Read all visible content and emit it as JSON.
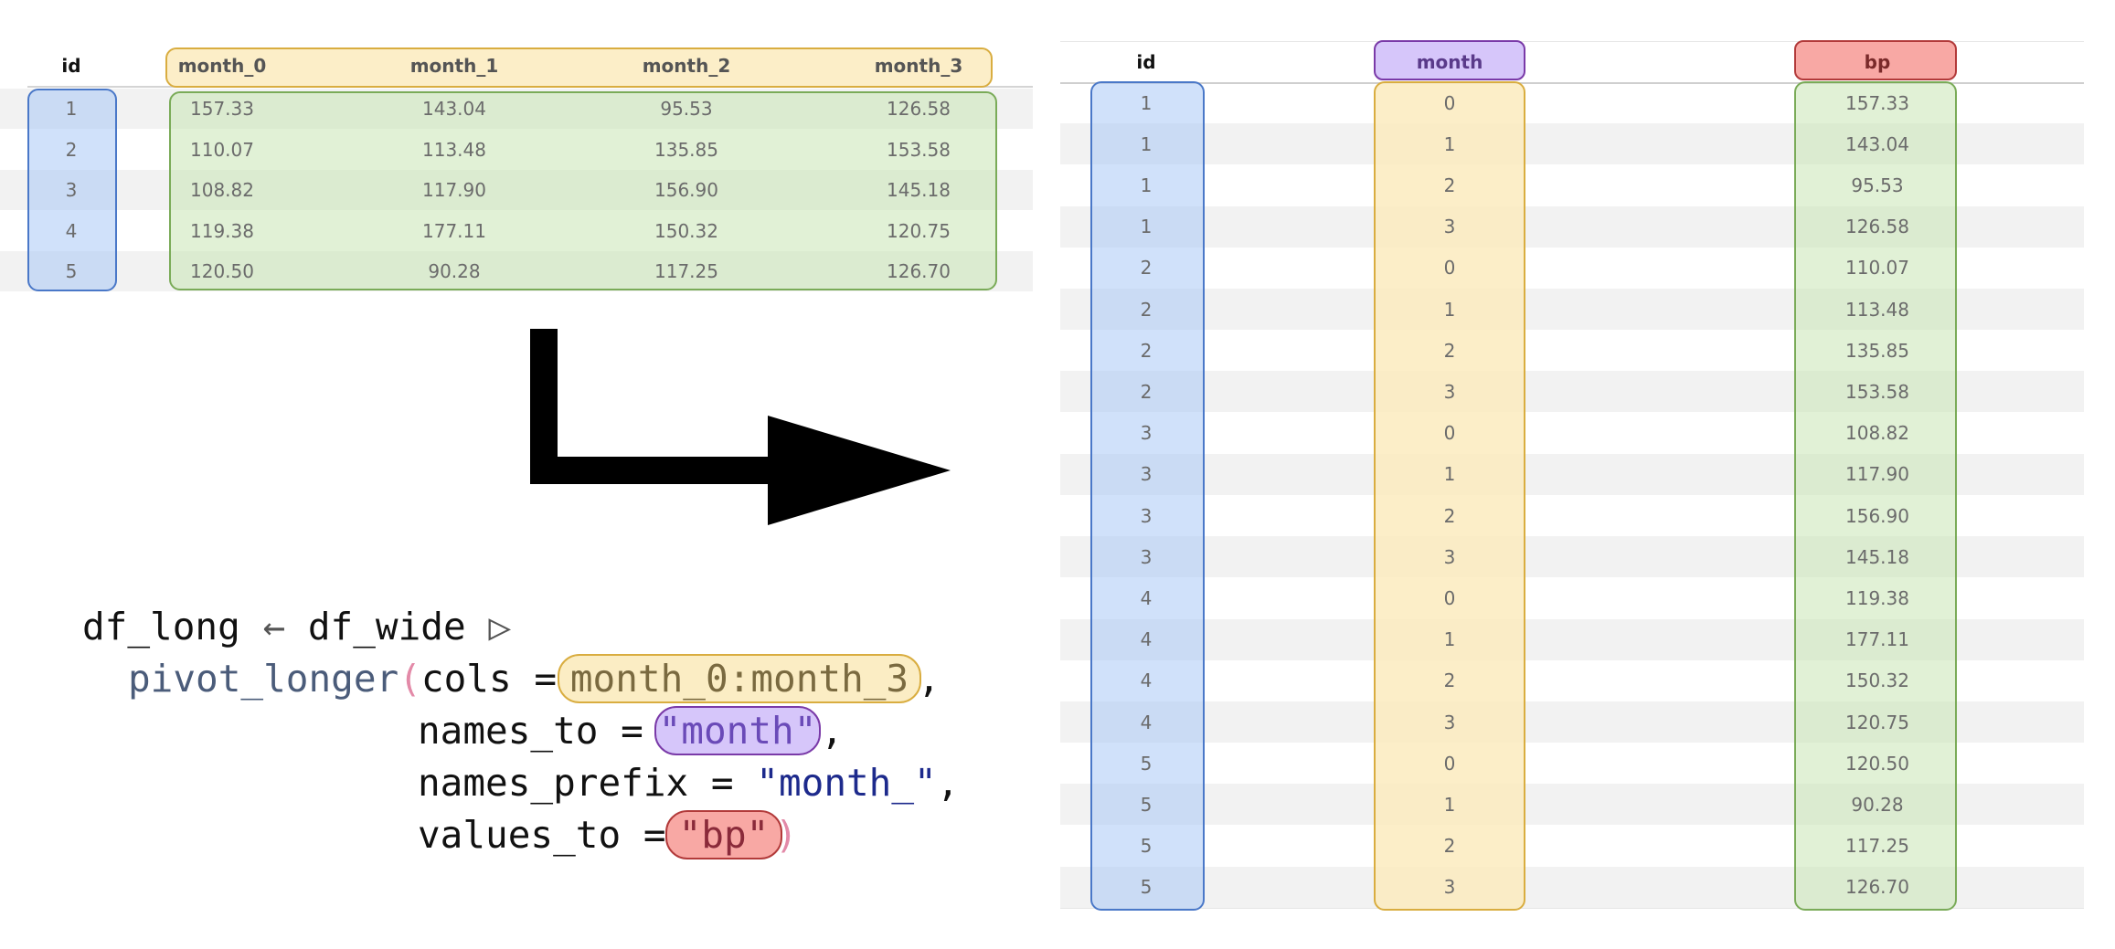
{
  "wide_table": {
    "headers": [
      "id",
      "month_0",
      "month_1",
      "month_2",
      "month_3"
    ],
    "rows": [
      [
        "1",
        "157.33",
        "143.04",
        "95.53",
        "126.58"
      ],
      [
        "2",
        "110.07",
        "113.48",
        "135.85",
        "153.58"
      ],
      [
        "3",
        "108.82",
        "117.90",
        "156.90",
        "145.18"
      ],
      [
        "4",
        "119.38",
        "177.11",
        "150.32",
        "120.75"
      ],
      [
        "5",
        "120.50",
        "90.28",
        "117.25",
        "126.70"
      ]
    ]
  },
  "code": {
    "line1_a": "df_long",
    "line1_assign": " ← ",
    "line1_b": "df_wide",
    "line1_pipe": " ▷",
    "fn_name": "pivot_longer",
    "open_paren": "(",
    "close_paren": ")",
    "cols_arg": "cols =",
    "cols_value": "month_0:month_3",
    "comma": ",",
    "names_to_arg": "names_to = ",
    "names_to_value": "\"month\"",
    "names_prefix_arg": "names_prefix = ",
    "names_prefix_value": "\"month_\"",
    "values_to_arg": "values_to =",
    "values_to_value": "\"bp\""
  },
  "long_table": {
    "headers": [
      "id",
      "month",
      "bp"
    ],
    "rows": [
      [
        "1",
        "0",
        "157.33"
      ],
      [
        "1",
        "1",
        "143.04"
      ],
      [
        "1",
        "2",
        "95.53"
      ],
      [
        "1",
        "3",
        "126.58"
      ],
      [
        "2",
        "0",
        "110.07"
      ],
      [
        "2",
        "1",
        "113.48"
      ],
      [
        "2",
        "2",
        "135.85"
      ],
      [
        "2",
        "3",
        "153.58"
      ],
      [
        "3",
        "0",
        "108.82"
      ],
      [
        "3",
        "1",
        "117.90"
      ],
      [
        "3",
        "2",
        "156.90"
      ],
      [
        "3",
        "3",
        "145.18"
      ],
      [
        "4",
        "0",
        "119.38"
      ],
      [
        "4",
        "1",
        "177.11"
      ],
      [
        "4",
        "2",
        "150.32"
      ],
      [
        "4",
        "3",
        "120.75"
      ],
      [
        "5",
        "0",
        "120.50"
      ],
      [
        "5",
        "1",
        "90.28"
      ],
      [
        "5",
        "2",
        "117.25"
      ],
      [
        "5",
        "3",
        "126.70"
      ]
    ]
  },
  "colors": {
    "id_highlight": "#aac8f5",
    "cols_highlight": "#fcebbe",
    "names_highlight": "#d6c6fa",
    "values_to_highlight": "#f8a8a4",
    "values_highlight": "#c8e6b4"
  }
}
